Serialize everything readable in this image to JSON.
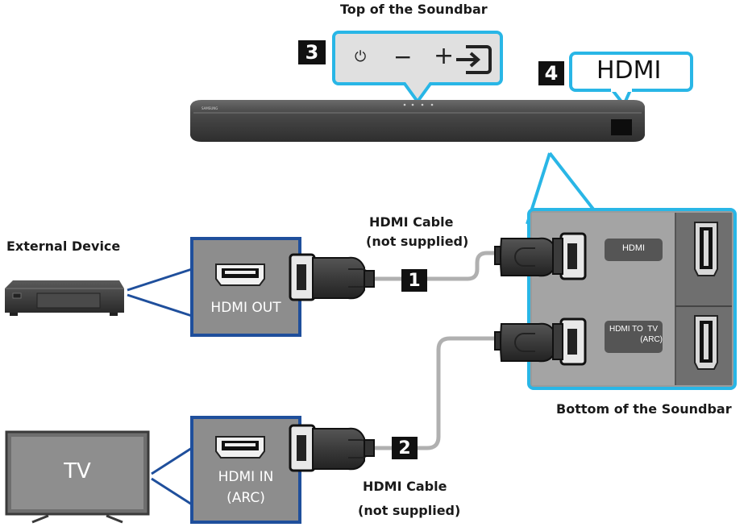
{
  "soundbar_top": {
    "label": "Top of the Soundbar",
    "controls": {
      "power": "⏻",
      "minus": "−",
      "plus": "+"
    }
  },
  "soundbar_bottom": {
    "label": "Bottom of the Soundbar",
    "port_hdmi": "HDMI",
    "port_arc_line1": "HDMI TO  TV",
    "port_arc_line2": "(ARC)"
  },
  "callouts": {
    "step3": "3",
    "step4": "4",
    "hdmi_callout": "HDMI"
  },
  "external_device": {
    "label": "External Device",
    "port_label": "HDMI OUT"
  },
  "tv": {
    "label": "TV",
    "port_line1": "HDMI IN",
    "port_line2": "(ARC)"
  },
  "cable1": {
    "step": "1",
    "line1": "HDMI Cable",
    "line2": "(not supplied)"
  },
  "cable2": {
    "step": "2",
    "line1": "HDMI Cable",
    "line2": "(not supplied)"
  },
  "colors": {
    "accent_cyan": "#29b6e6",
    "accent_blue": "#1f4f9c",
    "panel_gray": "#9b9b9b",
    "device_dark": "#3a3a3a",
    "cable_gray": "#b0b0b0"
  }
}
